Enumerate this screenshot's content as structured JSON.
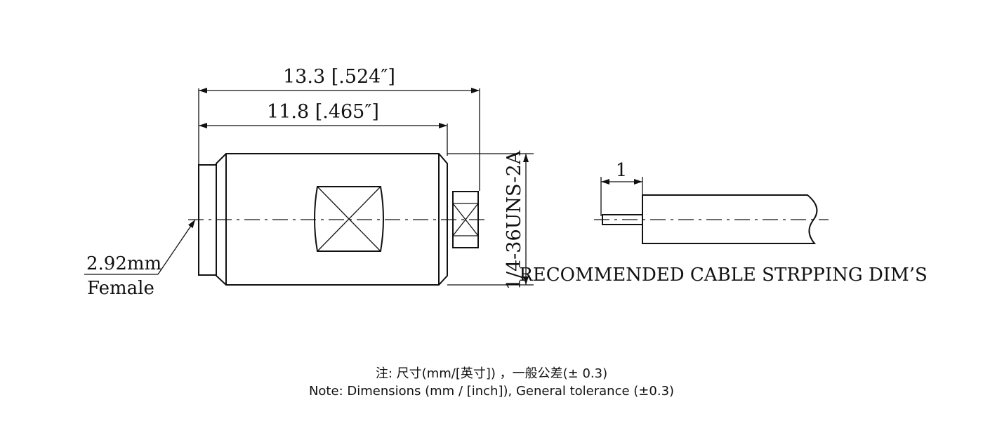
{
  "dimensions": {
    "overall_length": "13.3 [.524″]",
    "body_length": "11.8 [.465″]",
    "thread": "1/4-36UNS-2A",
    "interface_size": "2.92mm",
    "interface_gender": "Female",
    "strip_length": "1"
  },
  "cable_caption": "RECOMMENDED CABLE STRPPING DIM’S",
  "notes": {
    "chinese": "注: 尺寸(mm/[英寸])  ，一般公差(± 0.3)",
    "english": "Note: Dimensions (mm / [inch]), General tolerance (±0.3)"
  }
}
